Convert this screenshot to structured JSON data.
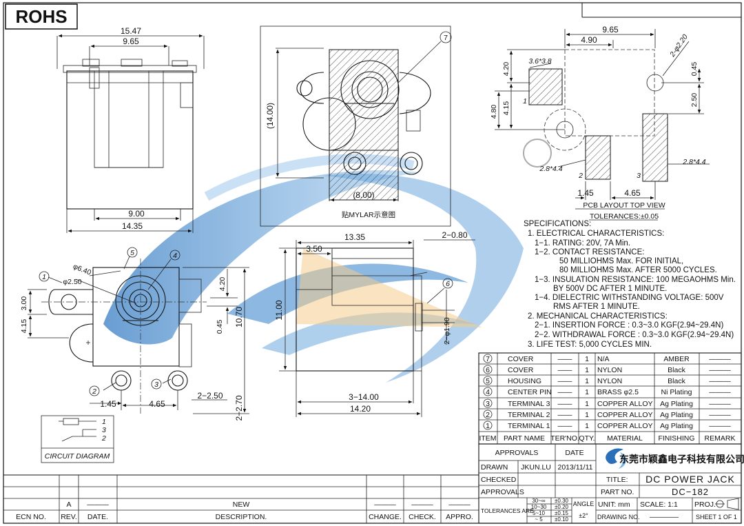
{
  "rohs_label": "ROHS",
  "view_top": {
    "dim_overall": "15.47",
    "dim_inner": "9.65",
    "dim_bottom_inner": "9.00",
    "dim_bottom_overall": "14.35"
  },
  "view_center": {
    "dim_height": "(14.00)",
    "dim_width": "(8.00)",
    "balloon": "7",
    "caption": "贴MYLAR示意图"
  },
  "view_pcb": {
    "dim_top": "9.65",
    "dim_sub": "4.90",
    "dim_pad1": "3.6*3.8",
    "dim_hole": "2-φ2.20",
    "dim_420": "4.20",
    "dim_045": "0.45",
    "dim_250": "2.50",
    "dim_480": "4.80",
    "dim_415": "4.15",
    "dim_pad2": "2.8*4.4",
    "dim_pad3": "2.8*4.4",
    "dim_145": "1.45",
    "dim_465": "4.65",
    "pad_label_1": "1",
    "pad_label_2": "2",
    "pad_label_3": "3",
    "caption": "PCB LAYOUT TOP VIEW",
    "tolerance": "TOLERANCES:±0.05"
  },
  "view_front": {
    "dim_640": "φ6.40",
    "dim_250": "φ2.50",
    "dim_300": "3.00",
    "dim_415": "4.15",
    "dim_420": "4.20",
    "dim_045": "0.45",
    "dim_1070": "10.70",
    "dim_145": "1.45",
    "dim_465": "4.65",
    "dim_2250": "2−2.50",
    "dim_2270": "2−2.70",
    "balloons": [
      "1",
      "2",
      "3",
      "4",
      "5"
    ]
  },
  "view_side": {
    "dim_1335": "13.35",
    "dim_350": "3.50",
    "dim_280": "2−0.80",
    "dim_1100": "11.00",
    "dim_190": "2−φ1.90",
    "dim_314": "3−14.00",
    "dim_1420": "14.20",
    "balloon": "6"
  },
  "circuit": {
    "pins": [
      "1",
      "3",
      "2"
    ],
    "caption": "CIRCUIT DIAGRAM"
  },
  "specifications": [
    "SPECIFICATIONS:",
    "1. ELECTRICAL CHARACTERISTICS:",
    "1−1. RATING: 20V, 7A Min.",
    "1−2. CONTACT RESISTANCE:",
    "50 MILLIOHMS Max. FOR INITIAL,",
    "80 MILLIOHMS Max. AFTER 5000 CYCLES.",
    "1−3. INSULATION RESISTANCE: 100 MEGAOHMS Min.",
    "BY 500V DC AFTER 1 MINUTE.",
    "1−4. DIELECTRIC WITHSTANDING VOLTAGE: 500V",
    "RMS AFTER 1 MINUTE.",
    "2. MECHANICAL CHARACTERISTICS:",
    "2−1. INSERTION FORCE : 0.3~3.0 KGF(2.94~29.4N)",
    "2−2. WITHDRAWAL FORCE : 0.3~3.0 KGF(2.94~29.4N)",
    "3. LIFE TEST: 5,000 CYCLES MIN."
  ],
  "bom": {
    "rows": [
      {
        "item": "7",
        "name": "COVER",
        "ter": "——",
        "qty": "1",
        "material": "N/A",
        "finish": "AMBER",
        "remark": "———"
      },
      {
        "item": "6",
        "name": "COVER",
        "ter": "——",
        "qty": "1",
        "material": "NYLON",
        "finish": "Black",
        "remark": "———"
      },
      {
        "item": "5",
        "name": "HOUSING",
        "ter": "——",
        "qty": "1",
        "material": "NYLON",
        "finish": "Black",
        "remark": "———"
      },
      {
        "item": "4",
        "name": "CENTER PIN",
        "ter": "——",
        "qty": "1",
        "material": "BRASS  φ2.5",
        "finish": "Ni Plating",
        "remark": "———"
      },
      {
        "item": "3",
        "name": "TERMINAL 3",
        "ter": "——",
        "qty": "1",
        "material": "COPPER ALLOY",
        "finish": "Ag Plating",
        "remark": "———"
      },
      {
        "item": "2",
        "name": "TERMINAL 2",
        "ter": "——",
        "qty": "1",
        "material": "COPPER ALLOY",
        "finish": "Ag Plating",
        "remark": "———"
      },
      {
        "item": "1",
        "name": "TERMINAL 1",
        "ter": "——",
        "qty": "1",
        "material": "COPPER ALLOY",
        "finish": "Ag Plating",
        "remark": "———"
      }
    ],
    "headers": [
      "ITEM",
      "PART NAME",
      "TER'NO.",
      "QTY.",
      "MATERIAL",
      "FINISHING",
      "REMARK"
    ]
  },
  "title_block": {
    "approvals": "APPROVALS",
    "date": "DATE",
    "company": "东莞市颖鑫电子科技有限公司",
    "drawn_label": "DRAWN",
    "drawn_by": "JKUN.LU",
    "drawn_date": "2013/11/11",
    "checked_label": "CHECKED",
    "approvals_label": "APPROVALS",
    "title_label": "TITLE:",
    "title": "DC POWER JACK",
    "part_label": "PART NO.",
    "part_no": "DC−182",
    "tol_label": "TOLERANCES ARE",
    "tol_ranges": [
      "30~∞",
      "10~30",
      "5~10",
      "~ 5"
    ],
    "tol_values": [
      "±0.30",
      "±0.20",
      "±0.15",
      "±0.10"
    ],
    "angle_label": "ANGLE",
    "angle_value": "±2°",
    "unit": "UNIT: mm",
    "scale": "SCALE:  1:1",
    "proj": "PROJ.",
    "drawing_no": "DRAWING NO.",
    "drawing_no_value": "————",
    "sheet": "SHEET   1  OF  1"
  },
  "revision_block": {
    "rev": "A",
    "date": "———",
    "description": "NEW",
    "change": "———",
    "check": "———",
    "appro": "———",
    "headers": [
      "ECN NO.",
      "REV.",
      "DATE.",
      "DESCRIPTION.",
      "CHANGE.",
      "CHECK.",
      "APPRO."
    ]
  }
}
